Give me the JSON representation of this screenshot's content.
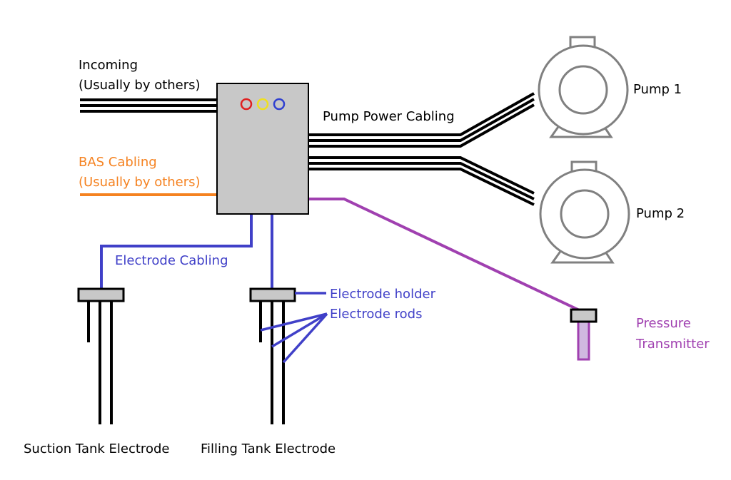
{
  "labels": {
    "incoming_line1": "Incoming",
    "incoming_line2": "(Usually by others)",
    "bas_line1": "BAS Cabling",
    "bas_line2": "(Usually by others)",
    "pump_power_cabling": "Pump Power Cabling",
    "pump1": "Pump 1",
    "pump2": "Pump 2",
    "electrode_cabling": "Electrode Cabling",
    "electrode_holder": "Electrode holder",
    "electrode_rods": "Electrode rods",
    "pressure_line1": "Pressure",
    "pressure_line2": "Transmitter",
    "suction_tank_electrode": "Suction Tank Electrode",
    "filling_tank_electrode": "Filling Tank Electrode"
  },
  "colors": {
    "black_cable": "#000000",
    "bas_cable": "#f58220",
    "electrode_cable": "#4040c8",
    "pressure_cable": "#a040b0",
    "panel_fill": "#c8c8c8",
    "pump_outline": "#808080",
    "indicator_red": "#e02020",
    "indicator_yellow": "#f0e020",
    "indicator_blue": "#3040d0",
    "transmitter_fill": "#d0b8e0"
  }
}
